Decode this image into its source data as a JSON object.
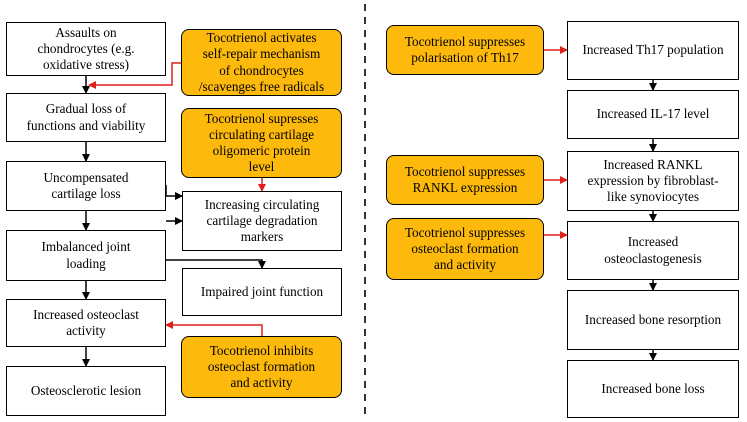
{
  "colors": {
    "highlight": "#FDBA0C",
    "arrow_red": "#E0201B",
    "arrow_black": "#000000",
    "divider": "#000000"
  },
  "left": {
    "assaults": "Assaults on\nchondrocytes (e.g.\noxidative stress)",
    "gradual_loss": "Gradual loss of\nfunctions and viability",
    "uncompensated": "Uncompensated\ncartilage loss",
    "imbalanced": "Imbalanced joint\nloading",
    "osteoclast_activity": "Increased osteoclast\nactivity",
    "osteosclerotic": "Osteosclerotic lesion",
    "degradation_markers": "Increasing circulating\ncartilage degradation\nmarkers",
    "impaired_function": "Impaired joint function",
    "toco_self_repair": "Tocotrienol activates\nself-repair mechanism\nof chondrocytes\n/scavenges free radicals",
    "toco_comp": "Tocotrienol supresses\ncirculating cartilage\noligomeric protein\nlevel",
    "toco_inhibits": "Tocotrienol inhibits\nosteoclast formation\nand activity"
  },
  "right": {
    "th17_pop": "Increased Th17 population",
    "il17": "Increased IL-17 level",
    "rankl": "Increased RANKL\nexpression by fibroblast-\nlike synoviocytes",
    "osteoclastogenesis": "Increased\nosteoclastogenesis",
    "bone_resorption": "Increased bone resorption",
    "bone_loss": "Increased bone loss",
    "toco_th17": "Tocotrienol suppresses\npolarisation of Th17",
    "toco_rankl": "Tocotrienol suppresses\nRANKL expression",
    "toco_osteoclast": "Tocotrienol suppresses\nosteoclast formation\nand activity"
  }
}
